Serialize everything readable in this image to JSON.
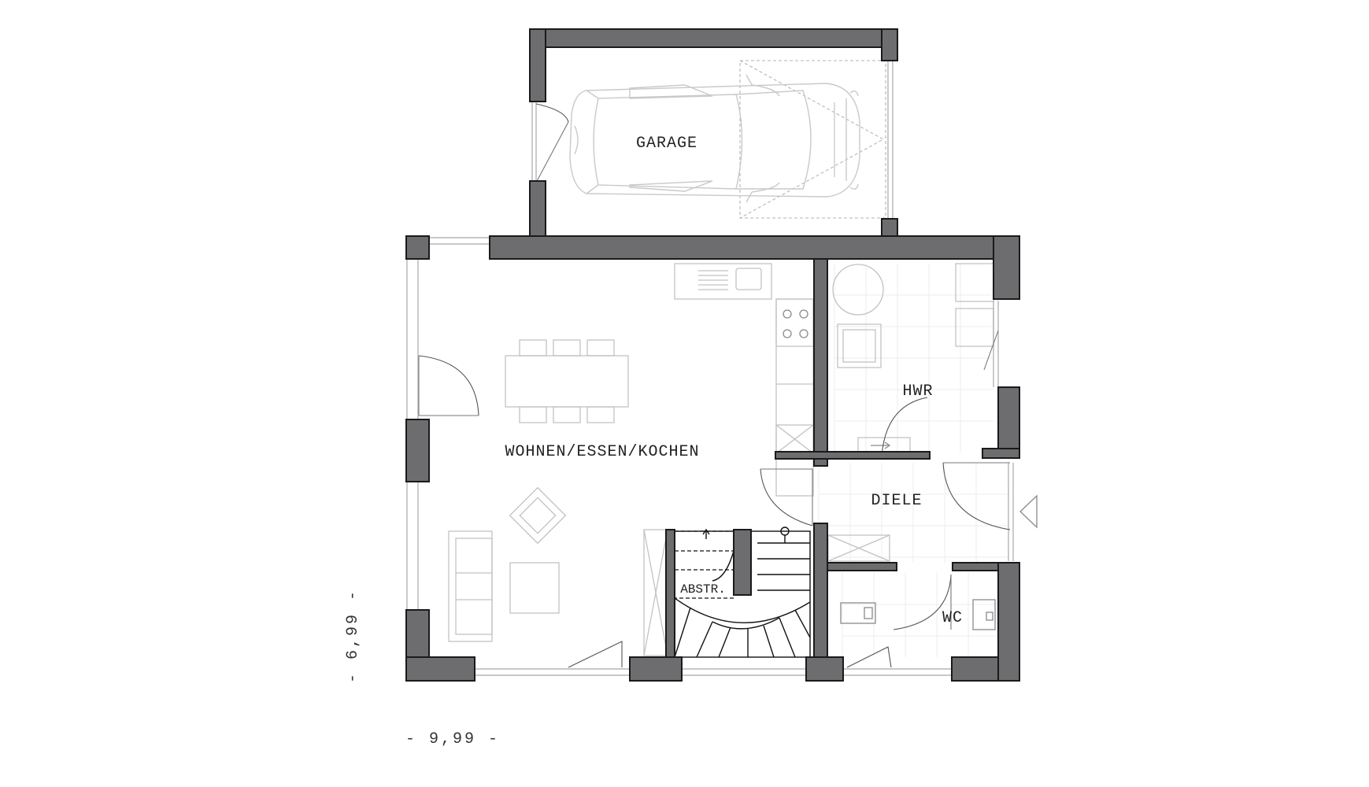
{
  "rooms": {
    "garage": "GARAGE",
    "living": "WOHNEN/ESSEN/KOCHEN",
    "utility": "HWR",
    "hall": "DIELE",
    "wc": "WC",
    "storage": "ABSTR."
  },
  "dimensions": {
    "width": "- 9,99 -",
    "depth": "- 6,99 -"
  },
  "colors": {
    "wall": "#6d6d6f",
    "fixture": "#c2c2c2"
  }
}
